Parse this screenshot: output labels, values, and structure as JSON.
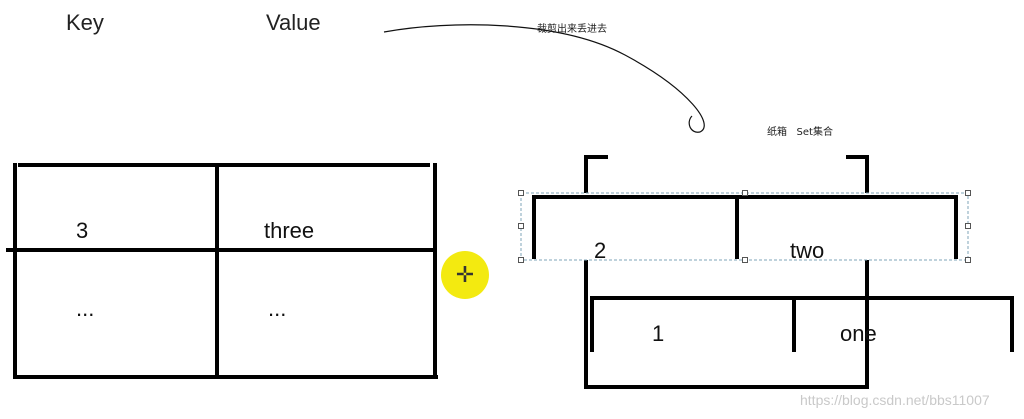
{
  "header": {
    "key_label": "Key",
    "value_label": "Value"
  },
  "annotation": {
    "cut_note": "裁剪出来丢进去",
    "box_note": "纸箱   Set集合"
  },
  "map_table": {
    "rows": [
      {
        "key": "3",
        "value": "three"
      },
      {
        "key": "...",
        "value": "..."
      }
    ]
  },
  "set_entries": [
    {
      "key": "2",
      "value": "two"
    },
    {
      "key": "1",
      "value": "one"
    }
  ],
  "watermark": "https://blog.csdn.net/bbs11007",
  "colors": {
    "cursor": "#f3ea10",
    "selection": "#7fa6b8"
  }
}
